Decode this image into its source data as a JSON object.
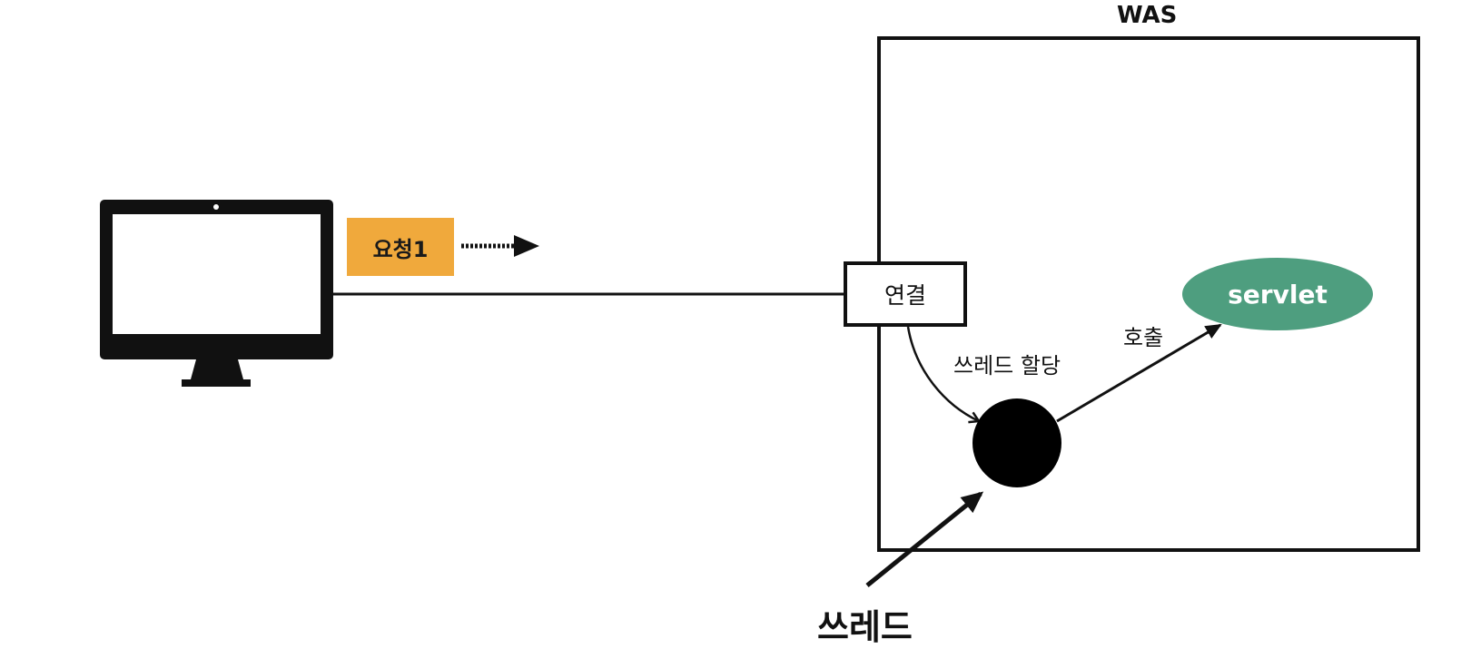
{
  "was": {
    "title": "WAS"
  },
  "request": {
    "label": "요청1",
    "color": "#f0a93c"
  },
  "connection": {
    "label": "연결"
  },
  "servlet": {
    "label": "servlet",
    "color": "#4e9e7f"
  },
  "edges": {
    "thread_assign": "쓰레드 할당",
    "call": "호출"
  },
  "thread": {
    "label": "쓰레드"
  },
  "icons": {
    "client": "monitor-icon",
    "pointer": "mouse-cursor-icon"
  }
}
